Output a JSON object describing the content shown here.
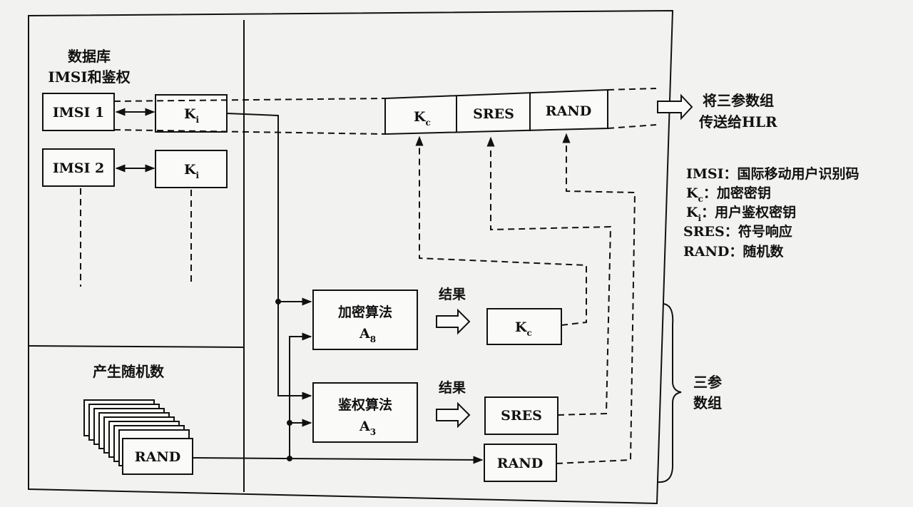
{
  "database": {
    "title_line1": "数据库",
    "title_line2": "IMSI和鉴权",
    "imsi1": "IMSI 1",
    "imsi2": "IMSI 2",
    "ki_base": "K",
    "ki_sub": "i"
  },
  "random_gen": {
    "title": "产生随机数",
    "rand": "RAND"
  },
  "triplet_top": {
    "kc_base": "K",
    "kc_sub": "c",
    "sres": "SRES",
    "rand": "RAND"
  },
  "send_to_hlr": {
    "line1": "将三参数组",
    "line2": "传送给HLR"
  },
  "a8": {
    "line1": "加密算法",
    "base": "A",
    "sub": "8",
    "result": "结果",
    "out_base": "K",
    "out_sub": "c"
  },
  "a3": {
    "line1": "鉴权算法",
    "base": "A",
    "sub": "3",
    "result": "结果",
    "out": "SRES"
  },
  "rand_out": "RAND",
  "triplet_brace": {
    "line1": "三参",
    "line2": "数组"
  },
  "legend": {
    "imsi": "IMSI：国际移动用户识别码",
    "kc_base": "K",
    "kc_sub": "c",
    "kc_desc": "：加密密钥",
    "ki_base": "K",
    "ki_sub": "i",
    "ki_desc": "：用户鉴权密钥",
    "sres": "SRES：符号响应",
    "rand": "RAND：随机数"
  }
}
